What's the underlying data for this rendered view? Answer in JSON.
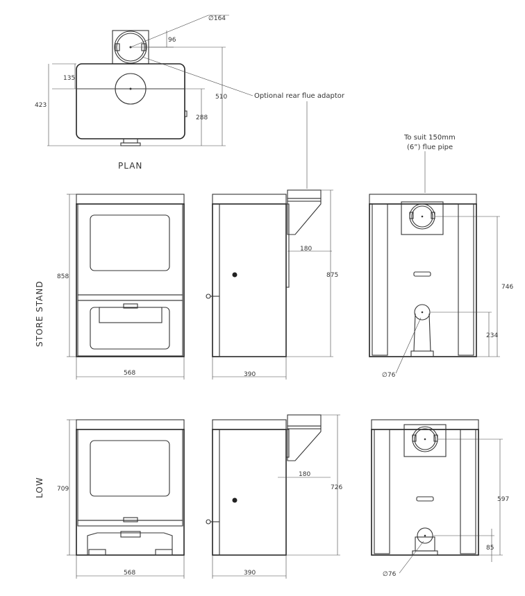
{
  "labels": {
    "plan": "PLAN",
    "store_stand": "STORE STAND",
    "low": "LOW",
    "optional_rear_flue": "Optional rear flue adaptor",
    "flue_pipe_line1": "To suit 150mm",
    "flue_pipe_line2": "(6”) flue pipe"
  },
  "dimensions": {
    "plan_diameter": "∅164",
    "plan_96": "96",
    "plan_135": "135",
    "plan_423": "423",
    "plan_510": "510",
    "plan_288": "288",
    "store_height": "858",
    "store_width": "568",
    "store_depth": "390",
    "store_flue_offset": "180",
    "store_total_height": "875",
    "store_rear_746": "746",
    "store_rear_234": "234",
    "store_air_inlet": "∅76",
    "low_height": "709",
    "low_width": "568",
    "low_depth": "390",
    "low_flue_offset": "180",
    "low_total_height": "726",
    "low_rear_597": "597",
    "low_rear_85": "85",
    "low_air_inlet": "∅76"
  }
}
